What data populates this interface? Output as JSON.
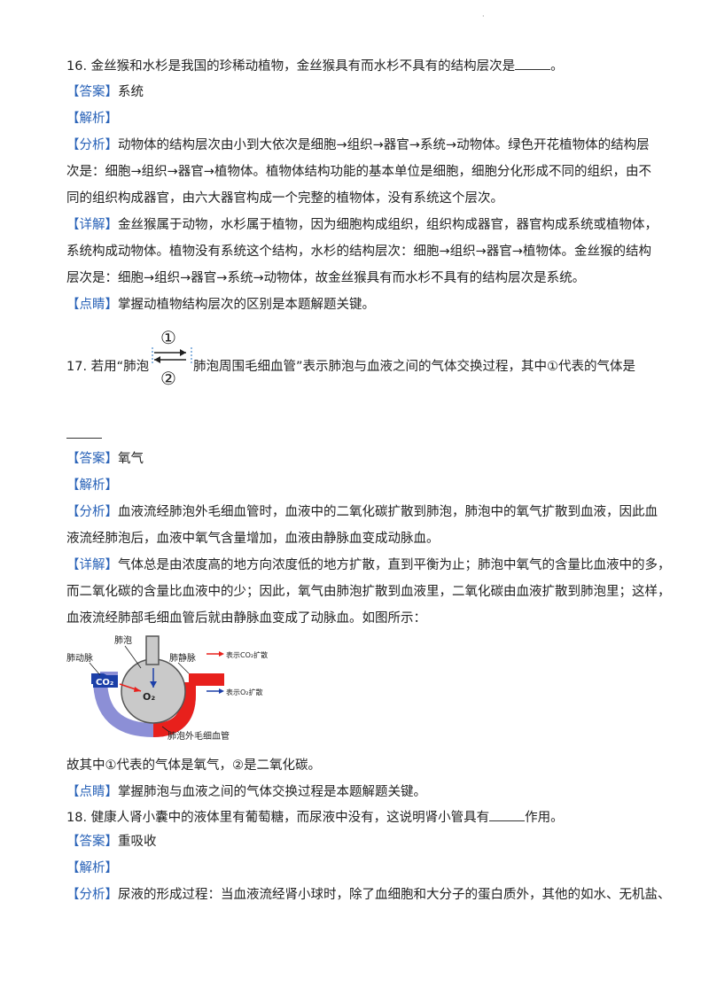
{
  "page_marker": "·",
  "q16": {
    "question_before": "16. 金丝猴和水杉是我国的珍稀动植物，金丝猴具有而水杉不具有的结构层次是",
    "question_after": "。",
    "answer_tag": "【答案】",
    "answer": "系统",
    "analysis_tag": "【解析】",
    "fenxi_tag": "【分析】",
    "fenxi_lines": [
      "动物体的结构层次由小到大依次是细胞→组织→器官→系统→动物体。绿色开花植物体的结构层",
      "次是：细胞→组织→器官→植物体。植物体结构功能的基本单位是细胞，细胞分化形成不同的组织，由不",
      "同的组织构成器官，由六大器官构成一个完整的植物体，没有系统这个层次。"
    ],
    "xiangjie_tag": "【详解】",
    "xiangjie_lines": [
      "金丝猴属于动物，水杉属于植物，因为细胞构成组织，组织构成器官，器官构成系统或植物体，",
      "系统构成动物体。植物没有系统这个结构，水杉的结构层次：细胞→组织→器官→植物体。金丝猴的结构",
      "层次是：细胞→组织→器官→系统→动物体，故金丝猴具有而水杉不具有的结构层次是系统。"
    ],
    "dianjing_tag": "【点睛】",
    "dianjing": "掌握动植物结构层次的区别是本题解题关键。"
  },
  "q17": {
    "question_a": "17. 若用“肺泡",
    "question_b": "肺泡周围毛细血管”表示肺泡与血液之间的气体交换过程，其中①代表的气体是",
    "symbol_top": "①",
    "symbol_bottom": "②",
    "answer_tag": "【答案】",
    "answer": "氧气",
    "analysis_tag": "【解析】",
    "fenxi_tag": "【分析】",
    "fenxi_lines": [
      "血液流经肺泡外毛细血管时，血液中的二氧化碳扩散到肺泡，肺泡中的氧气扩散到血液，因此血",
      "液流经肺泡后，血液中氧气含量增加，血液由静脉血变成动脉血。"
    ],
    "xiangjie_tag": "【详解】",
    "xiangjie_lines": [
      "气体总是由浓度高的地方向浓度低的地方扩散，直到平衡为止；肺泡中氧气的含量比血液中的多，",
      "而二氧化碳的含量比血液中的少；因此，氧气由肺泡扩散到血液里，二氧化碳由血液扩散到肺泡里；这样，",
      "血液流经肺部毛细血管后就由静脉血变成了动脉血。如图所示："
    ],
    "diagram": {
      "label_artery": "肺动脉",
      "label_alveolus": "肺泡",
      "label_vein": "肺静脉",
      "label_co2": "CO₂",
      "label_o2": "O₂",
      "legend_co2": "表示CO₂扩散",
      "legend_o2": "表示O₂扩散",
      "label_capillary": "肺泡外毛细血管",
      "color_red": "#e8201c",
      "color_blue": "#1c3fa8"
    },
    "conclusion": "故其中①代表的气体是氧气，②是二氧化碳。",
    "dianjing_tag": "【点睛】",
    "dianjing": "掌握肺泡与血液之间的气体交换过程是本题解题关键。"
  },
  "q18": {
    "question_before": "18. 健康人肾小囊中的液体里有葡萄糖，而尿液中没有，这说明肾小管具有",
    "question_after": "作用。",
    "answer_tag": "【答案】",
    "answer": "重吸收",
    "analysis_tag": "【解析】",
    "fenxi_tag": "【分析】",
    "fenxi_line": "尿液的形成过程：当血液流经肾小球时，除了血细胞和大分子的蛋白质外，其他的如水、无机盐、"
  }
}
